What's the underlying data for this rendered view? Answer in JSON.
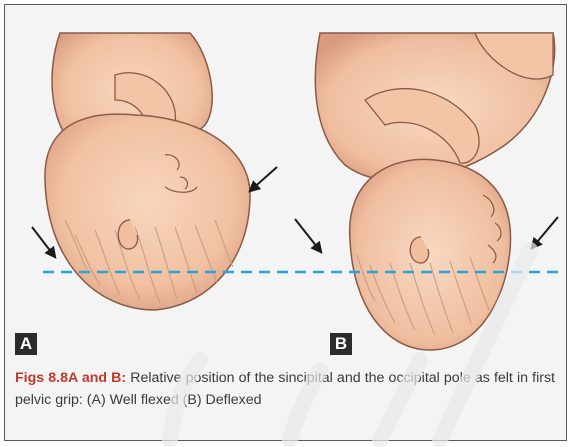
{
  "figure": {
    "panel_a_label": "A",
    "panel_b_label": "B"
  },
  "caption": {
    "lead": "Figs 8.8A and B:",
    "text": " Relative position of the sincipital and the occipital pole as felt in first pelvic grip: (A) Well flexed (B) Deflexed"
  },
  "colors": {
    "skin": "#f3c5a6",
    "skin_shade": "#e3a488",
    "outline": "#8a5a46",
    "hair": "#c79a79",
    "dashed_line": "#29a3d9",
    "arrow": "#1a1a1a",
    "caption_lead": "#c0392b"
  }
}
